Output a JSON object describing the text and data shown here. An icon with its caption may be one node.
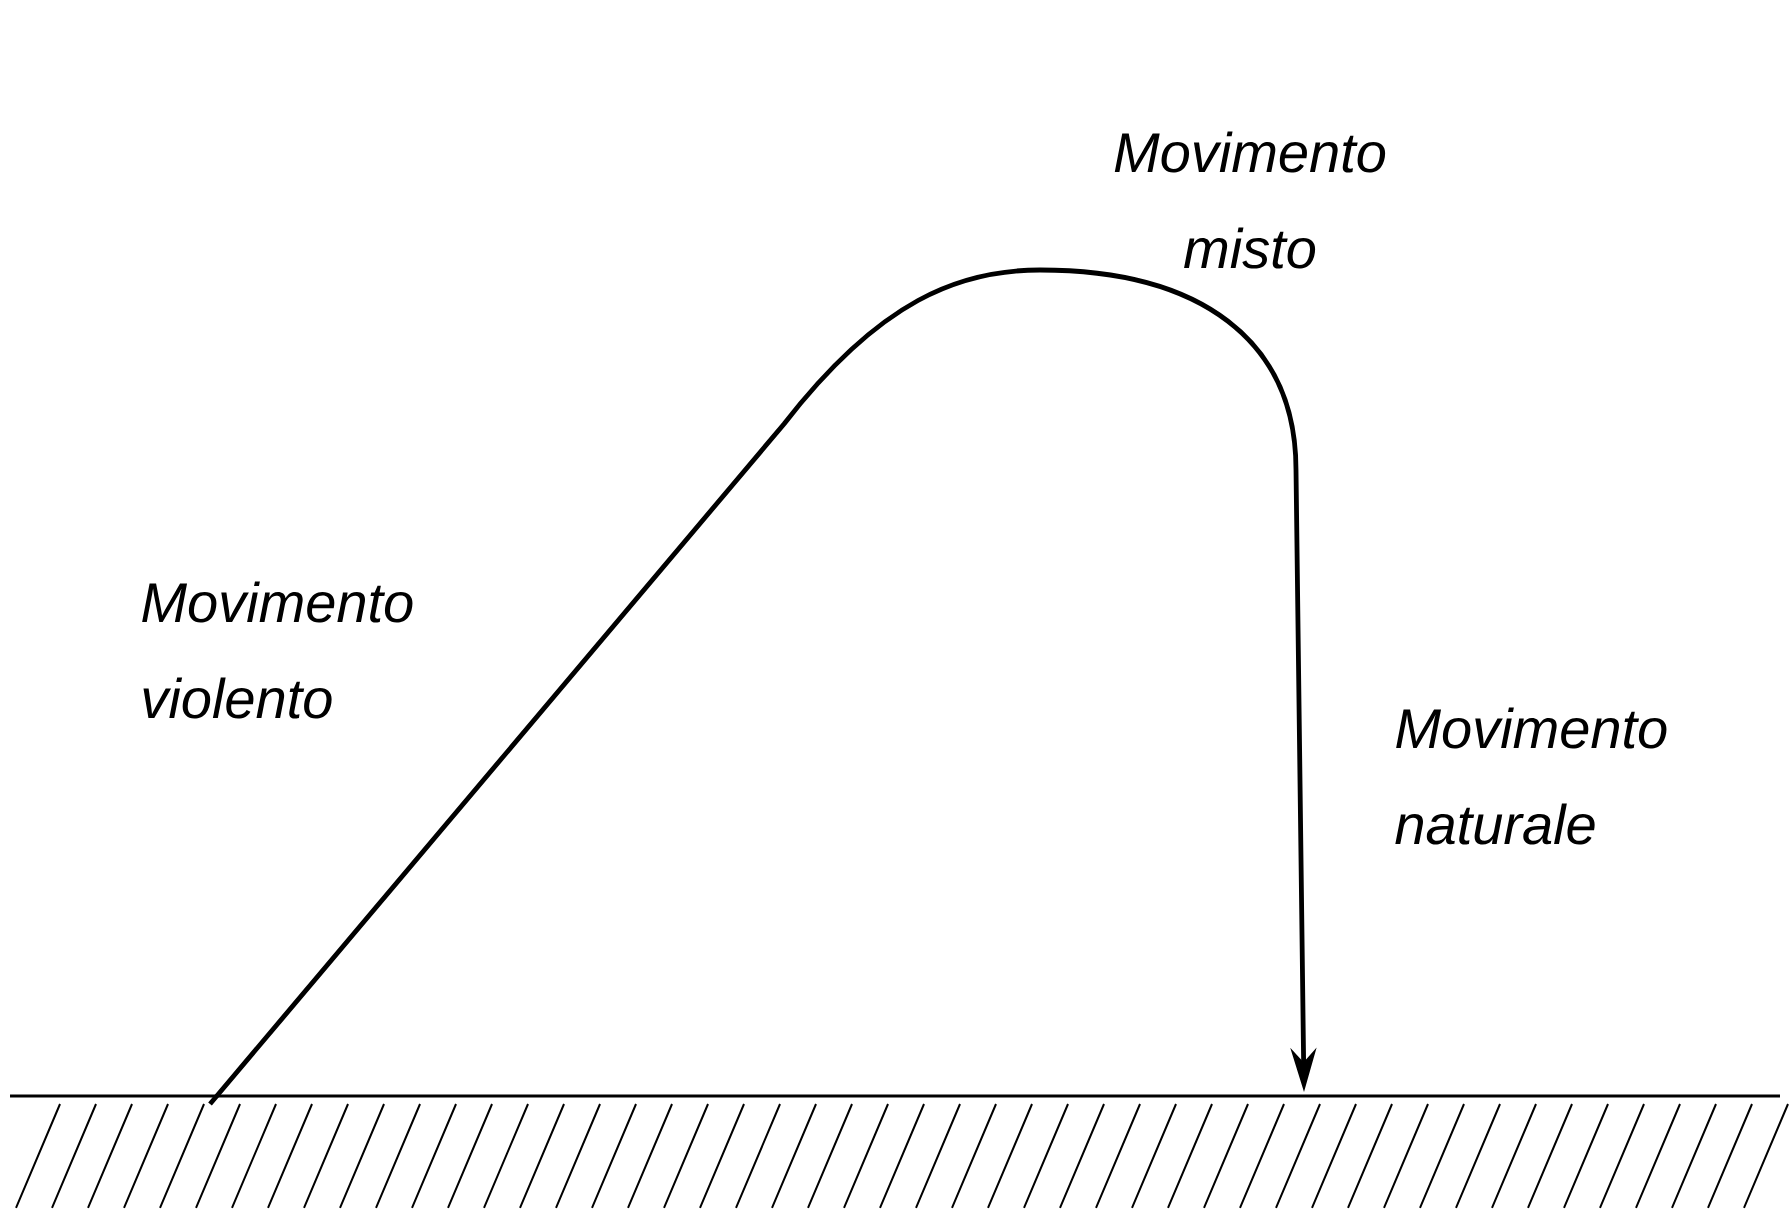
{
  "diagram": {
    "labels": [
      "Movimento misto",
      "Movimento violento",
      "Movimento naturale"
    ]
  }
}
